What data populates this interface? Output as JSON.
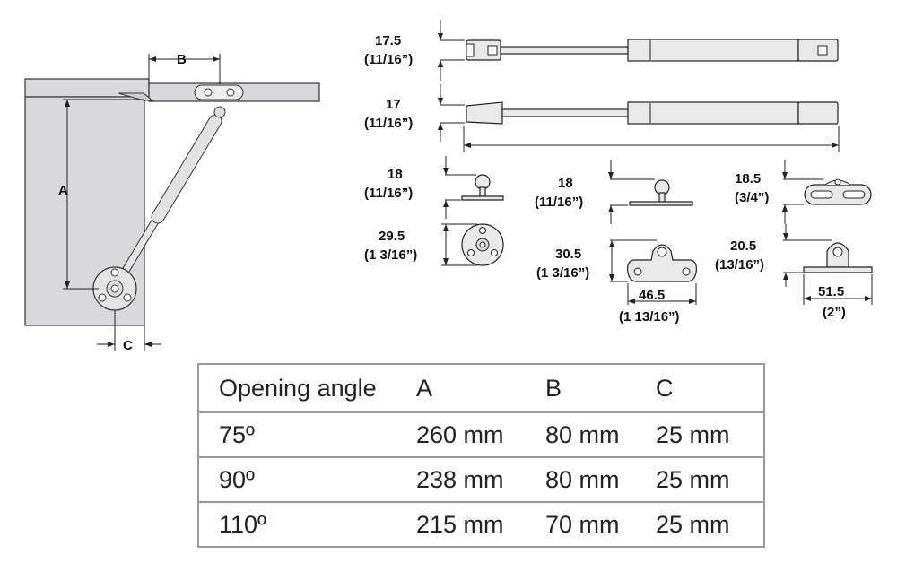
{
  "side_view": {
    "label_a": "A",
    "label_b": "B",
    "label_c": "C"
  },
  "strut_long": {
    "end_size_mm": "17.5",
    "end_size_in": "(11/16”)"
  },
  "strut_short": {
    "end_size_mm": "17",
    "end_size_in": "(11/16”)"
  },
  "ball_stud_round": {
    "height_mm": "18",
    "height_in": "(11/16”)",
    "diameter_mm": "29.5",
    "diameter_in": "(1 3/16”)"
  },
  "ball_stud_plate": {
    "height_mm": "18",
    "height_in": "(11/16”)",
    "height2_mm": "30.5",
    "height2_in": "(1 3/16”)",
    "width_mm": "46.5",
    "width_in": "(1 13/16”)"
  },
  "bracket_slotted": {
    "height_mm": "18.5",
    "height_in": "(3/4”)",
    "height2_mm": "20.5",
    "height2_in": "(13/16”)",
    "width_mm": "51.5",
    "width_in": "(2”)"
  },
  "table": {
    "headers": [
      "Opening angle",
      "A",
      "B",
      "C"
    ],
    "rows": [
      [
        "75º",
        "260 mm",
        "80 mm",
        "25 mm"
      ],
      [
        "90º",
        "238 mm",
        "80 mm",
        "25 mm"
      ],
      [
        "110º",
        "215  mm",
        "70 mm",
        "25 mm"
      ]
    ]
  }
}
